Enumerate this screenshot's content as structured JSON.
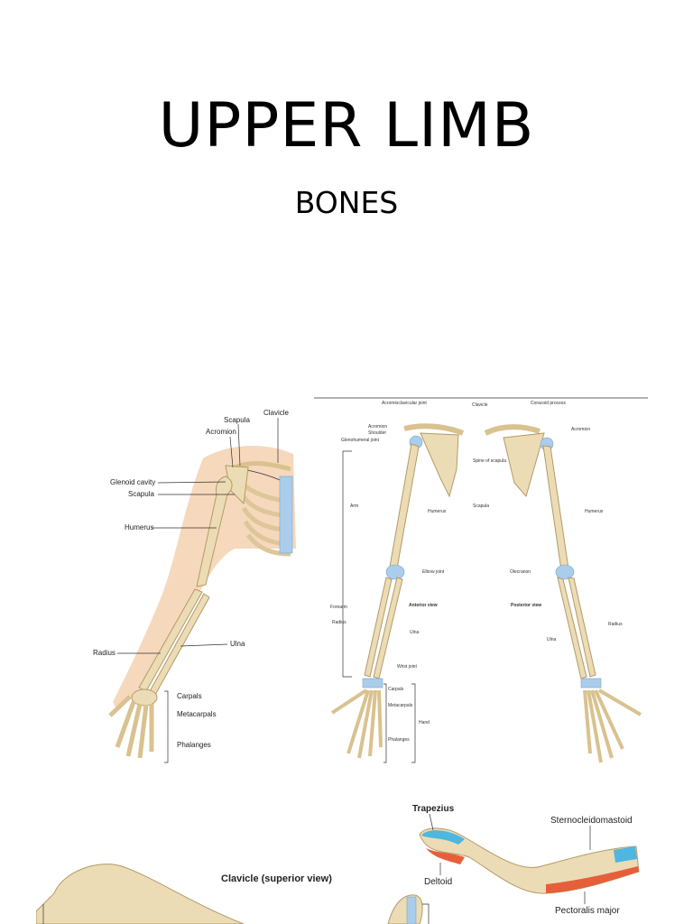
{
  "title": "UPPER LIMB",
  "subtitle": "BONES",
  "figure1": {
    "labels": {
      "clavicle": "Clavicle",
      "scapula_top": "Scapula",
      "acromion": "Acromion",
      "glenoid": "Glenoid cavity",
      "scapula": "Scapula",
      "humerus": "Humerus",
      "radius": "Radius",
      "ulna": "Ulna",
      "carpals": "Carpals",
      "metacarpals": "Metacarpals",
      "phalanges": "Phalanges"
    }
  },
  "figure2": {
    "labels": {
      "acromioclavicular": "Acromioclavicular joint",
      "clavicle": "Clavicle",
      "coracoid": "Coracoid process",
      "acromion_l": "Acromion",
      "shoulder": "Shoulder",
      "glenohumeral": "Glenohumeral joint",
      "acromion_r": "Acromion",
      "spine": "Spine of scapula",
      "arm": "Arm",
      "humerus_l": "Humerus",
      "scapula": "Scapula",
      "humerus_r": "Humerus",
      "elbow": "Elbow joint",
      "olecranon": "Olecranon",
      "forearm": "Forearm",
      "anterior": "Anterior view",
      "posterior": "Posterior view",
      "radius_l": "Radius",
      "radius_r": "Radius",
      "ulna_l": "Ulna",
      "ulna_r": "Ulna",
      "wrist": "Wrist joint",
      "carpals": "Carpals",
      "metacarpals": "Metacarpals",
      "hand": "Hand",
      "phalanges": "Phalanges"
    }
  },
  "figure3": {
    "caption": "Clavicle (superior view)",
    "labels": {
      "trapezius": "Trapezius",
      "sternocleidomastoid": "Sternocleidomastoid",
      "deltoid": "Deltoid",
      "pectoralis": "Pectoralis major"
    },
    "colors": {
      "trapezius": "#4fb6df",
      "sternocleidomastoid": "#4fb6df",
      "deltoid": "#e5603a",
      "pectoralis": "#e5603a"
    }
  }
}
